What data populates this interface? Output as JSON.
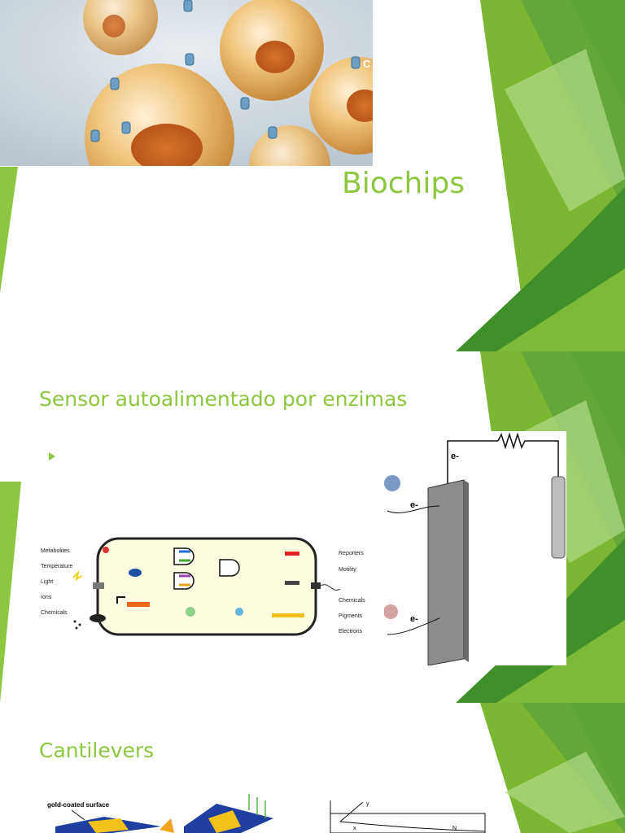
{
  "slide1": {
    "title": "Biochips"
  },
  "slide2": {
    "title": "Sensor autoalimentado por enzimas",
    "circuit_inputs": [
      "Metabolites",
      "Temperature",
      "Light",
      "Ions",
      "Chemicals"
    ],
    "circuit_outputs": [
      "Reporters",
      "Motility",
      "Chemicals",
      "Pigments",
      "Electrons"
    ],
    "electrode_labels": [
      "e-",
      "e-",
      "e-"
    ]
  },
  "slide3": {
    "title": "Cantilevers",
    "diagram_label": "gold-coated surface",
    "axis_labels": [
      "y",
      "x",
      "N"
    ]
  },
  "colors": {
    "accent": "#8dc63f",
    "dark_green": "#3e8e2f",
    "mid_green": "#6aa834"
  }
}
